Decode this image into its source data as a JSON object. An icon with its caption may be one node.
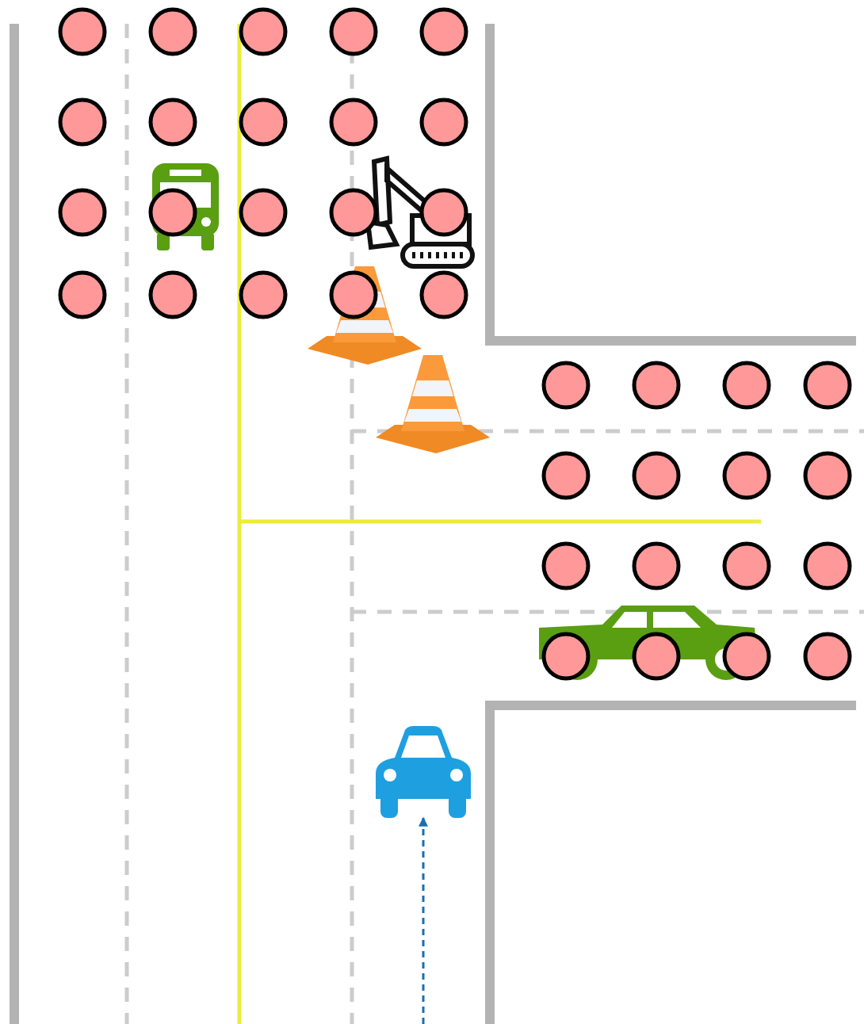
{
  "diagram": {
    "nodes": [
      {
        "text": [],
        "shape": "picture"
      },
      {
        "text": [],
        "shape": "picture"
      },
      {
        "text": [],
        "shape": "picture"
      },
      {
        "text": [],
        "shape": "picture"
      },
      {
        "text": [],
        "shape": "picture"
      },
      {
        "text": [],
        "shape": "picture"
      }
    ],
    "edges": [
      {
        "from": null,
        "to": 5,
        "arrow": "to",
        "style": "dashed"
      }
    ]
  }
}
